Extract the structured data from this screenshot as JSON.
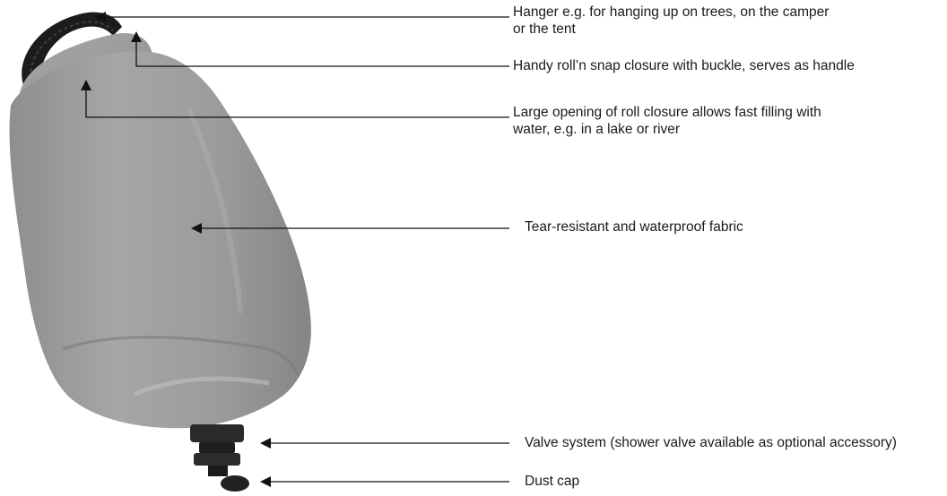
{
  "product": {
    "name": "",
    "fabric_color": "#999999",
    "strap_color": "#1c1c1c",
    "valve_color": "#2a2a2a"
  },
  "callouts": [
    {
      "id": "hanger",
      "text": "Hanger e.g. for hanging up on trees, on the camper\nor the tent"
    },
    {
      "id": "roll-closure",
      "text": "Handy roll’n snap closure with buckle, serves as handle"
    },
    {
      "id": "large-opening",
      "text": "Large opening of roll closure allows fast filling with\nwater, e.g. in a lake or river"
    },
    {
      "id": "fabric",
      "text": "Tear-resistant and waterproof fabric"
    },
    {
      "id": "valve",
      "text": "Valve system (shower valve available as optional accessory)"
    },
    {
      "id": "dust-cap",
      "text": "Dust cap"
    }
  ],
  "colors": {
    "line": "#111111",
    "text": "#1a1a1a",
    "background": "#ffffff"
  }
}
